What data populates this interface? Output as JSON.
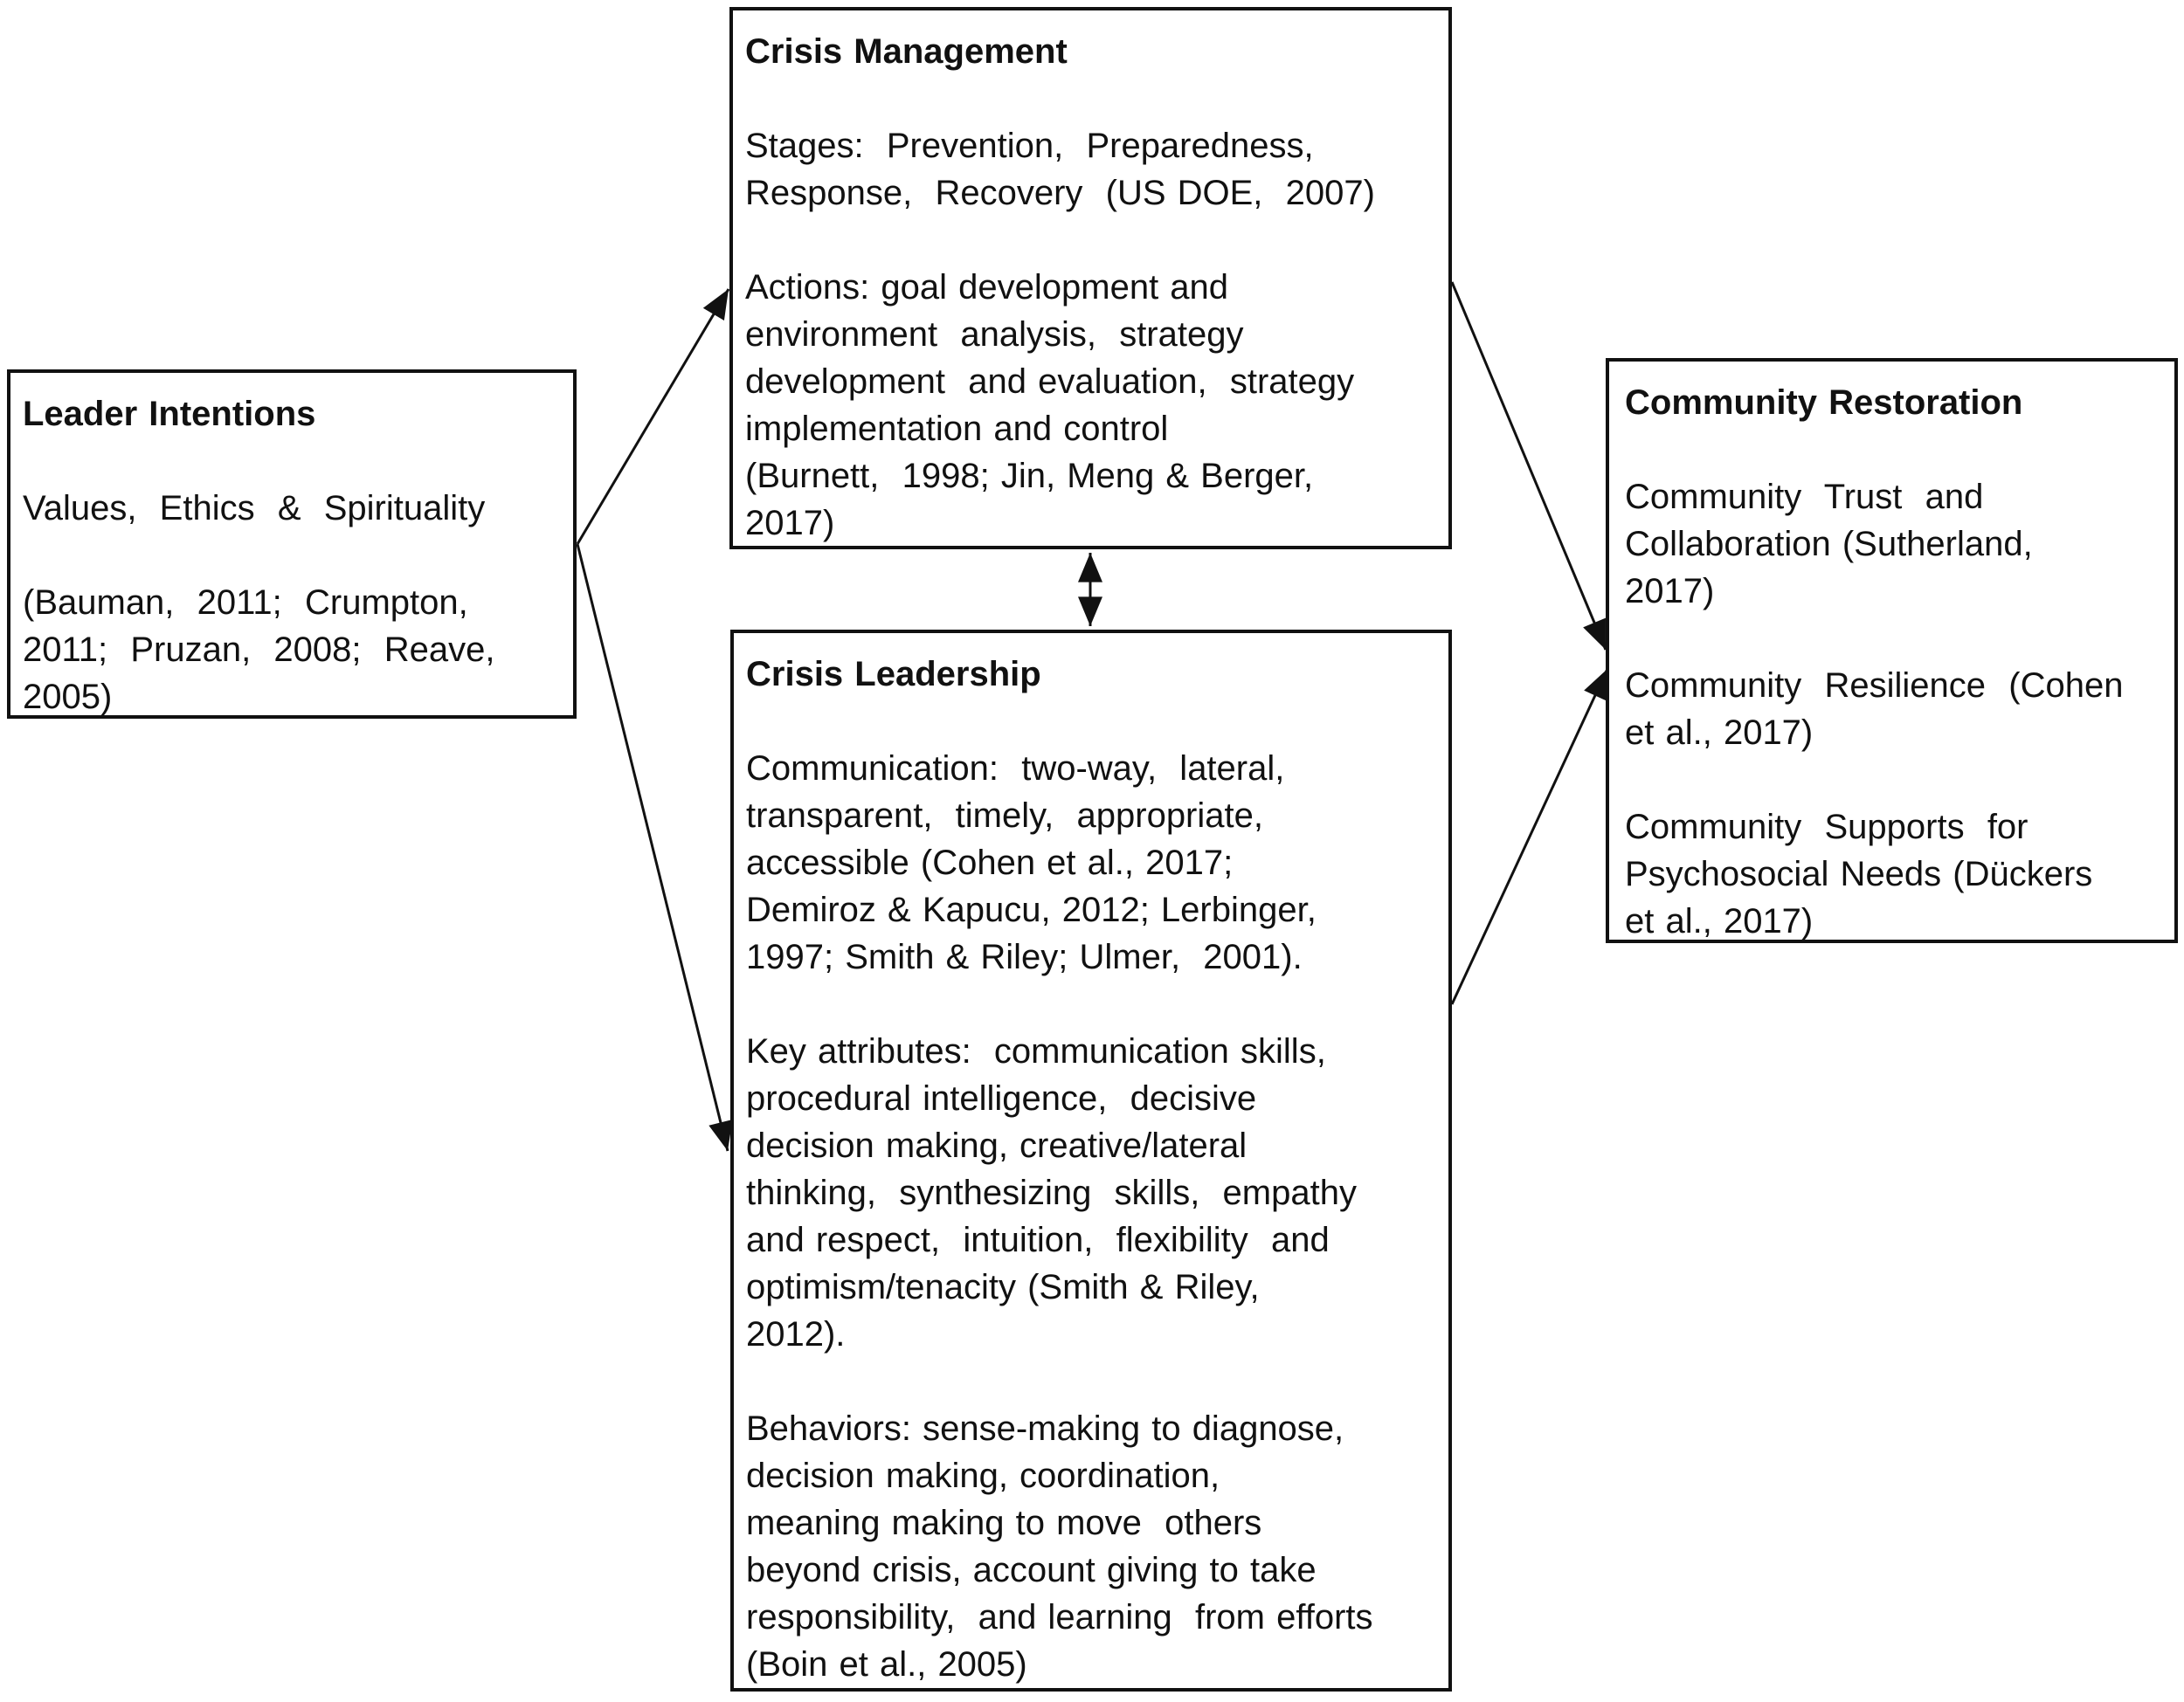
{
  "diagram": {
    "boxes": {
      "leader_intentions": {
        "title": "Leader Intentions",
        "body": "Values,  Ethics  &  Spirituality\n\n(Bauman,  2011;  Crumpton,\n2011;  Pruzan,  2008;  Reave,\n2005)"
      },
      "crisis_management": {
        "title": "Crisis Management",
        "body": "Stages:  Prevention,  Preparedness,\nResponse,  Recovery  (US DOE,  2007)\n\nActions: goal development and\nenvironment  analysis,  strategy\ndevelopment  and evaluation,  strategy\nimplementation and control\n(Burnett,  1998; Jin, Meng & Berger,\n2017)"
      },
      "crisis_leadership": {
        "title": "Crisis Leadership",
        "body": "Communication:  two-way,  lateral,\ntransparent,  timely,  appropriate,\naccessible (Cohen et al., 2017;\nDemiroz & Kapucu, 2012; Lerbinger,\n1997; Smith & Riley; Ulmer,  2001).\n\nKey attributes:  communication skills,\nprocedural intelligence,  decisive\ndecision making, creative/lateral\nthinking,  synthesizing  skills,  empathy\nand respect,  intuition,  flexibility  and\noptimism/tenacity (Smith & Riley,\n2012).\n\nBehaviors: sense-making to diagnose,\ndecision making, coordination,\nmeaning making to move  others\nbeyond crisis, account giving to take\nresponsibility,  and learning  from efforts\n(Boin et al., 2005)"
      },
      "community_restoration": {
        "title": "Community Restoration",
        "body": "Community  Trust  and\nCollaboration (Sutherland,\n2017)\n\nCommunity  Resilience  (Cohen\net al., 2017)\n\nCommunity  Supports  for\nPsychosocial Needs (Dückers\net al., 2017)"
      }
    },
    "arrows": [
      {
        "from": "leader-intentions",
        "to": "crisis-management",
        "direction": "one-way"
      },
      {
        "from": "leader-intentions",
        "to": "crisis-leadership",
        "direction": "one-way"
      },
      {
        "from": "crisis-management",
        "to": "crisis-leadership",
        "direction": "two-way"
      },
      {
        "from": "crisis-management",
        "to": "community-restoration",
        "direction": "one-way"
      },
      {
        "from": "crisis-leadership",
        "to": "community-restoration",
        "direction": "one-way"
      }
    ],
    "colors": {
      "background": "#ffffff",
      "line": "#111111",
      "text": "#111111"
    }
  }
}
